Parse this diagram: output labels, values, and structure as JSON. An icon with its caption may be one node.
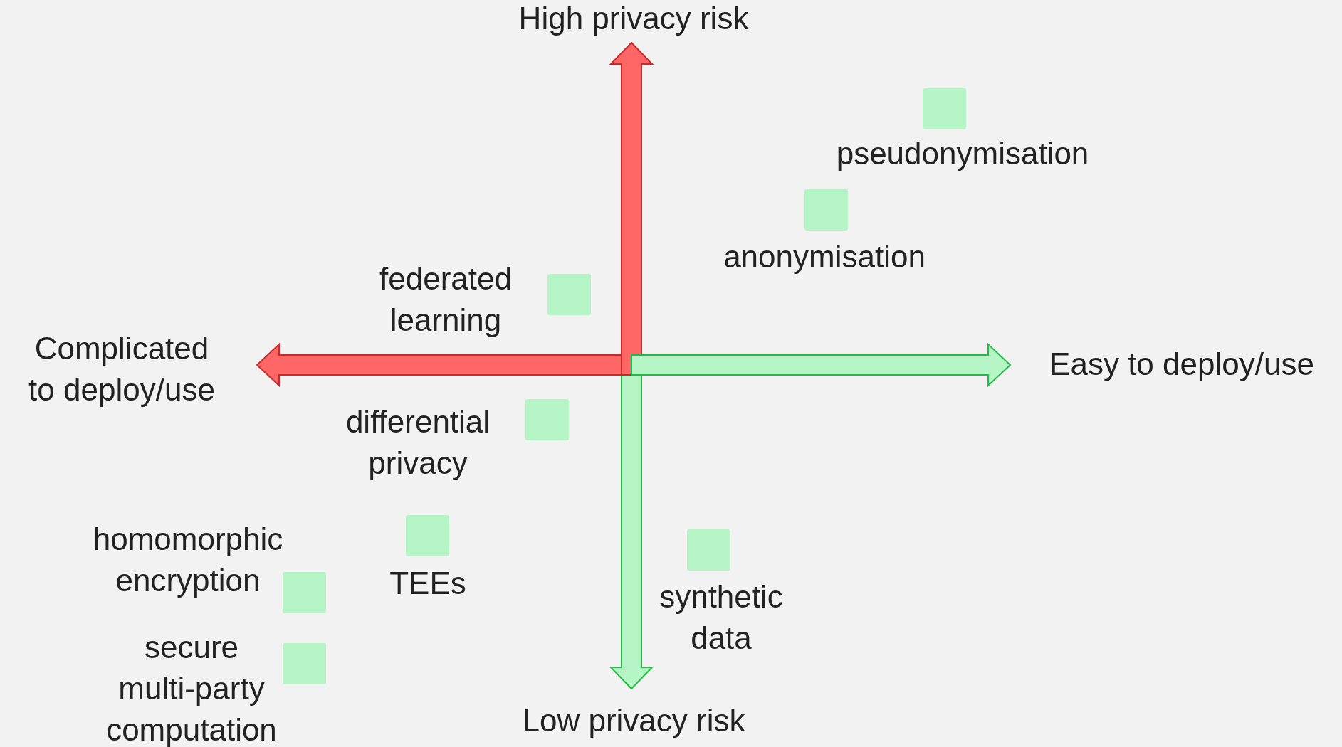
{
  "diagram": {
    "nodes": [
      {
        "text": [],
        "shape": "box",
        "beside": [
          "pseudonymisation"
        ]
      },
      {
        "text": [],
        "shape": "box",
        "beside": [
          "anonymisation"
        ]
      },
      {
        "text": [],
        "shape": "box",
        "beside": [
          "federated learning"
        ]
      },
      {
        "text": [],
        "shape": "box",
        "beside": [
          "differential privacy"
        ]
      },
      {
        "text": [],
        "shape": "box",
        "beside": [
          "TEEs"
        ]
      },
      {
        "text": [],
        "shape": "box",
        "beside": [
          "synthetic data"
        ]
      },
      {
        "text": [],
        "shape": "box",
        "beside": [
          "homomorphic encryption"
        ]
      },
      {
        "text": [],
        "shape": "box",
        "beside": [
          "secure multi-party computation"
        ]
      }
    ],
    "labels": [
      "High privacy risk",
      "Complicated to deploy/use",
      "Easy to deploy/use",
      "Low privacy risk"
    ]
  }
}
